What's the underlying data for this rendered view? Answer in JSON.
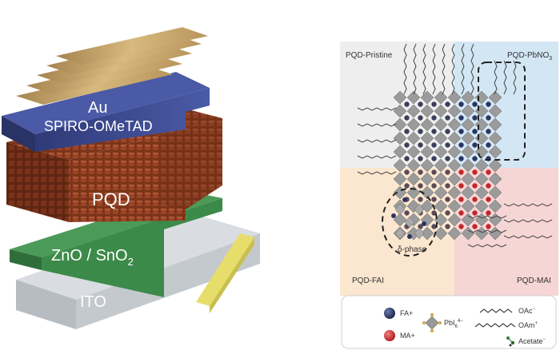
{
  "device_stack": {
    "layers": {
      "electrode": "Au",
      "htl": "SPIRO-OMeTAD",
      "absorber": "PQD",
      "etl_main": "ZnO / SnO",
      "etl_sub": "2",
      "substrate": "ITO"
    },
    "colors": {
      "gold": "#c8a96a",
      "spiro": "#3b4a8f",
      "pqd": "#8a3b1f",
      "etl": "#3c8a4a",
      "ito": "#c9cdd2",
      "contact": "#e7dd6a"
    }
  },
  "schematic": {
    "quadrants": {
      "top_left": "PQD-Pristine",
      "top_right": "PQD-PbNO",
      "top_right_sub": "3",
      "bottom_left": "PQD-FAI",
      "bottom_right": "PQD-MAI"
    },
    "delta_phase_label": "δ-phase",
    "colors": {
      "pristine_bg": "#eeeeee",
      "pbno3_bg": "#cfe4f3",
      "fai_bg": "#fbe6cf",
      "mai_bg": "#f6d3d3",
      "octahedra": "#8c8c8c"
    }
  },
  "legend": {
    "fa": "FA+",
    "ma": "MA+",
    "pbi6": "PbI",
    "pbi6_sub": "6",
    "pbi6_sup": "4−",
    "oac": "OAc",
    "oac_sup": "−",
    "oam": "OAm",
    "oam_sup": "+",
    "acetate": "Acetate",
    "acetate_sup": "−"
  }
}
